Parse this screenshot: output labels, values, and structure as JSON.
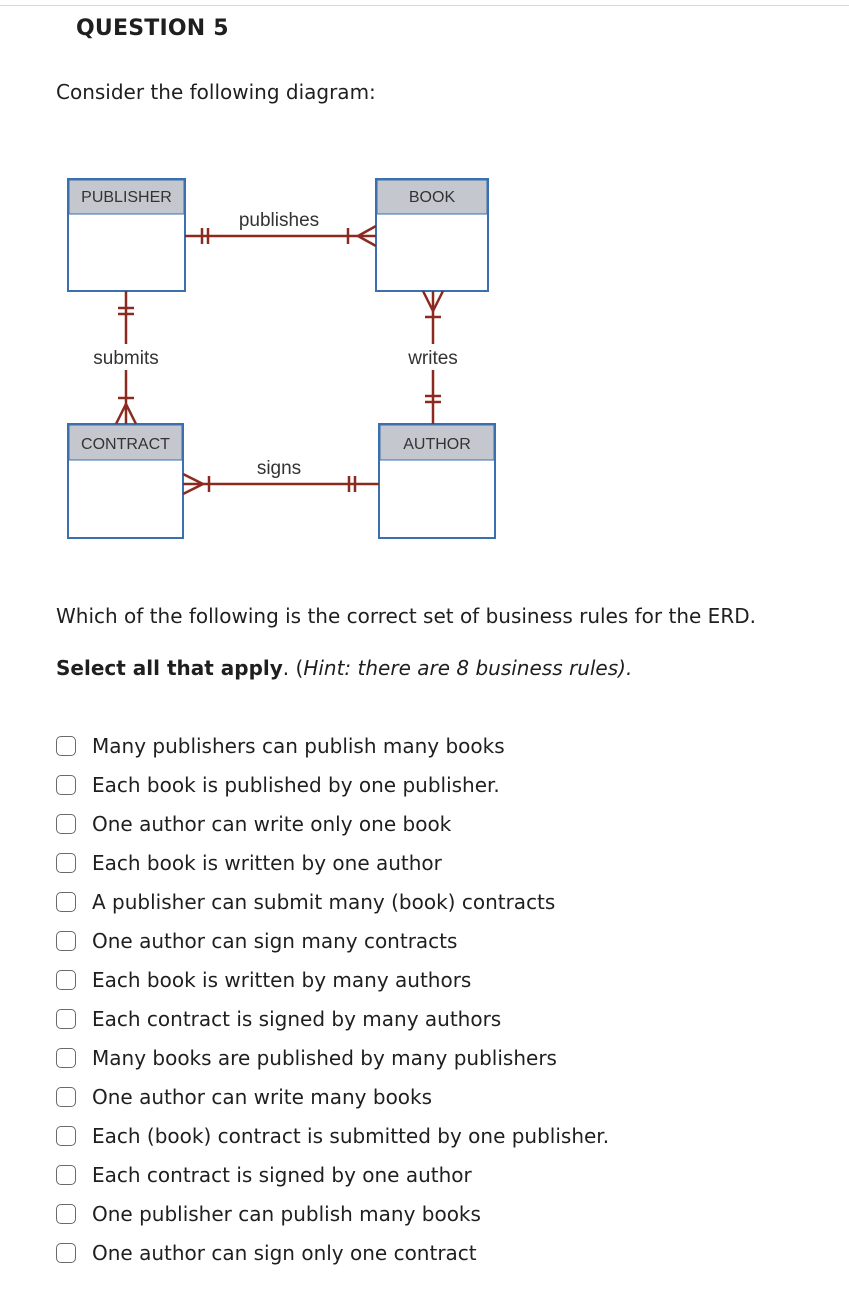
{
  "question": {
    "title": "QUESTION 5",
    "intro": "Consider the following diagram:",
    "prompt": "Which of the following is the correct set of business rules for the ERD.",
    "instruction_bold": "Select all that apply",
    "instruction_mid": ". (",
    "instruction_hint": "Hint: there are 8 business rules).",
    "options": [
      "Many publishers can publish many books",
      "Each book is published by one publisher.",
      "One author can write only one book",
      "Each book is written by one author",
      "A publisher can submit many (book) contracts",
      "One author can sign many contracts",
      "Each book is written by many authors",
      "Each contract is signed by many authors",
      "Many books are published by many publishers",
      "One author can write many books",
      "Each (book) contract is submitted by one publisher.",
      "Each contract is signed by one author",
      "One publisher can publish many books",
      "One author can sign only one contract"
    ]
  },
  "erd": {
    "entities": [
      "PUBLISHER",
      "BOOK",
      "CONTRACT",
      "AUTHOR"
    ],
    "relationships": [
      "publishes",
      "submits",
      "writes",
      "signs"
    ],
    "colors": {
      "header_fill": "#c4c8ce",
      "border": "#3a6fb0",
      "line": "#8b2a20"
    }
  }
}
